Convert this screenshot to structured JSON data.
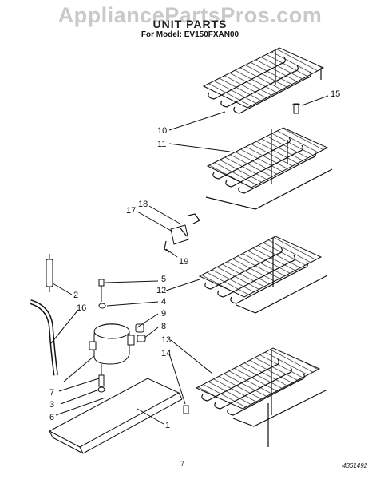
{
  "header": {
    "watermark": "AppliancePartsPros.com",
    "title": "UNIT PARTS",
    "subtitle": "For Model: EV150FXAN00"
  },
  "footer": {
    "page_number": "7",
    "doc_code": "4361492"
  },
  "callouts": [
    {
      "id": "c15",
      "label": "15"
    },
    {
      "id": "c10",
      "label": "10"
    },
    {
      "id": "c11",
      "label": "11"
    },
    {
      "id": "c18",
      "label": "18"
    },
    {
      "id": "c17",
      "label": "17"
    },
    {
      "id": "c19",
      "label": "19"
    },
    {
      "id": "c5",
      "label": "5"
    },
    {
      "id": "c12",
      "label": "12"
    },
    {
      "id": "c2",
      "label": "2"
    },
    {
      "id": "c4",
      "label": "4"
    },
    {
      "id": "c16",
      "label": "16"
    },
    {
      "id": "c9",
      "label": "9"
    },
    {
      "id": "c8",
      "label": "8"
    },
    {
      "id": "c13",
      "label": "13"
    },
    {
      "id": "c14",
      "label": "14"
    },
    {
      "id": "c7",
      "label": "7"
    },
    {
      "id": "c3",
      "label": "3"
    },
    {
      "id": "c6",
      "label": "6"
    },
    {
      "id": "c1",
      "label": "1"
    }
  ]
}
